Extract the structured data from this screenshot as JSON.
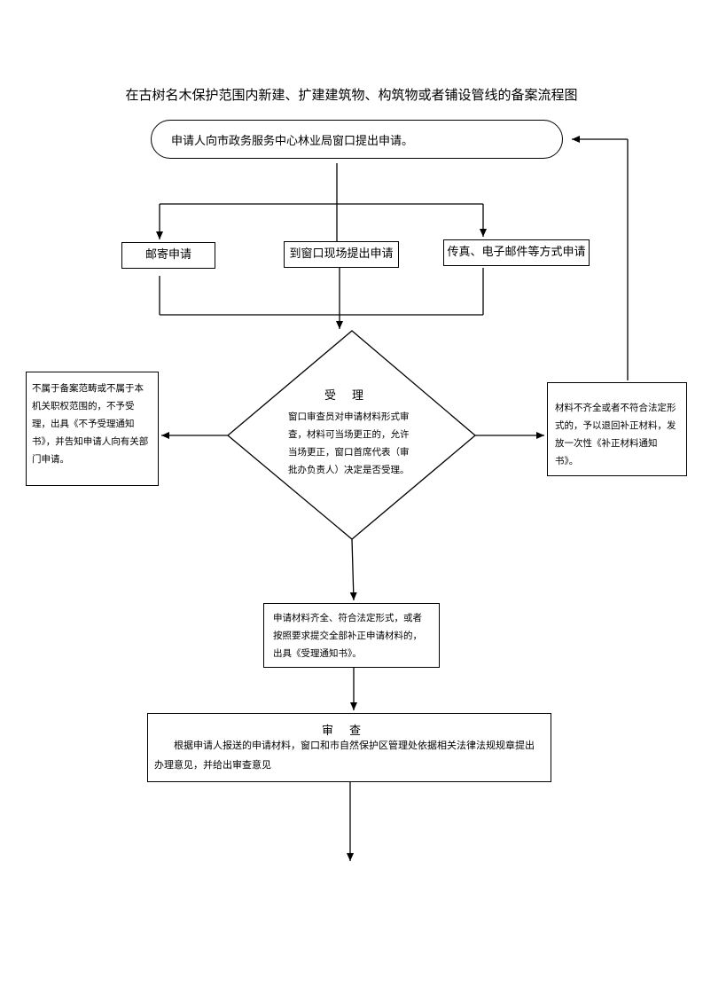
{
  "title": "在古树名木保护范围内新建、扩建建筑物、构筑物或者铺设管线的备案流程图",
  "start": "申请人向市政务服务中心林业局窗口提出申请。",
  "methods": {
    "mail": "邮寄申请",
    "window": "到窗口现场提出申请",
    "fax": "传真、电子邮件等方式申请"
  },
  "acceptance": {
    "heading": "受理",
    "body": "窗口审查员对申请材料形式审查，材料可当场更正的，允许当场更正，窗口首席代表（审批办负责人）决定是否受理。"
  },
  "reject": "不属于备案范畴或不属于本机关职权范围的，不予受理，出具《不予受理通知书》，并告知申请人向有关部门申请。",
  "supplement": "材料不齐全或者不符合法定形式的，予以退回补正材料，发放一次性《补正材料通知书》。",
  "accepted": "申请材料齐全、符合法定形式，或者按照要求提交全部补正申请材料的，出具《受理通知书》。",
  "review": {
    "heading": "审查",
    "body": "根据申请人报送的申请材料，窗口和市自然保护区管理处依据相关法律法规规章提出办理意见，并给出审查意见"
  }
}
